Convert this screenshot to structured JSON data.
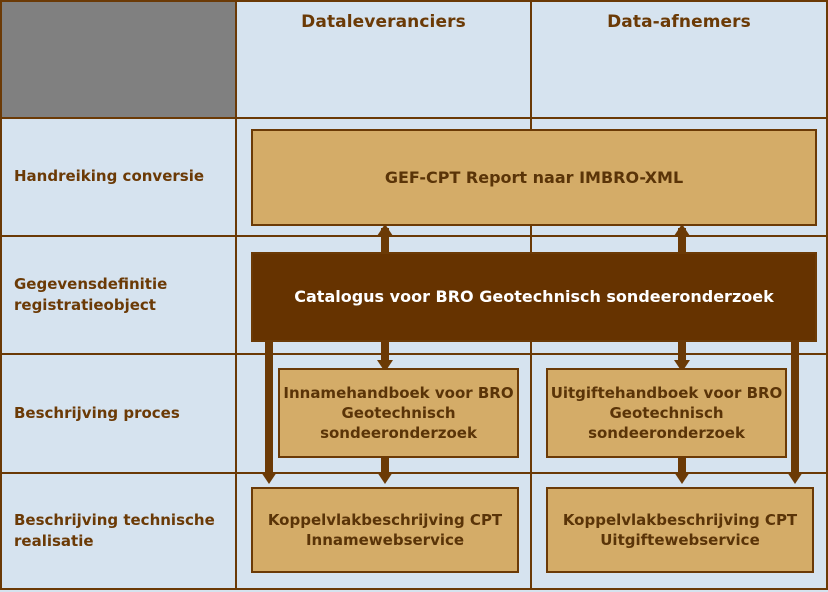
{
  "diagram": {
    "title_columns": [
      {
        "id": "col-spacer",
        "label": ""
      },
      {
        "id": "col-dataleveranciers",
        "label": "Dataleveranciers"
      },
      {
        "id": "col-data-afnemers",
        "label": "Data-afnemers"
      }
    ],
    "row_labels": [
      {
        "id": "row-handreiking-conversie",
        "label": "Handreiking conversie"
      },
      {
        "id": "row-gegevensdefinitie",
        "label": "Gegevensdefinitie registratieobject"
      },
      {
        "id": "row-beschrijving-proces",
        "label": "Beschrijving proces"
      },
      {
        "id": "row-beschrijving-technische-realisatie",
        "label": "Beschrijving technische realisatie"
      }
    ],
    "nodes": [
      {
        "id": "node-gef-cpt-report",
        "label": "GEF-CPT Report naar IMBRO-XML",
        "style": "tan"
      },
      {
        "id": "node-catalogus",
        "label": "Catalogus voor BRO Geotechnisch sondeeronderzoek",
        "style": "dark"
      },
      {
        "id": "node-innamehandboek",
        "label": "Innamehandboek voor BRO Geotechnisch sondeeronderzoek",
        "style": "tan"
      },
      {
        "id": "node-uitgiftehandboek",
        "label": "Uitgiftehandboek voor BRO Geotechnisch sondeeronderzoek",
        "style": "tan"
      },
      {
        "id": "node-koppelvlak-inname",
        "label": "Koppelvlakbeschrijving CPT Innamewebservice",
        "style": "tan"
      },
      {
        "id": "node-koppelvlak-uitgifte",
        "label": "Koppelvlakbeschrijving CPT Uitgiftewebservice",
        "style": "tan"
      }
    ],
    "colors": {
      "background": "#d6e3ef",
      "border_and_text": "#6b3a06",
      "header_block": "#808080",
      "node_tan": "#d4ac68",
      "node_dark": "#663300",
      "node_dark_text": "#ffffff"
    }
  }
}
